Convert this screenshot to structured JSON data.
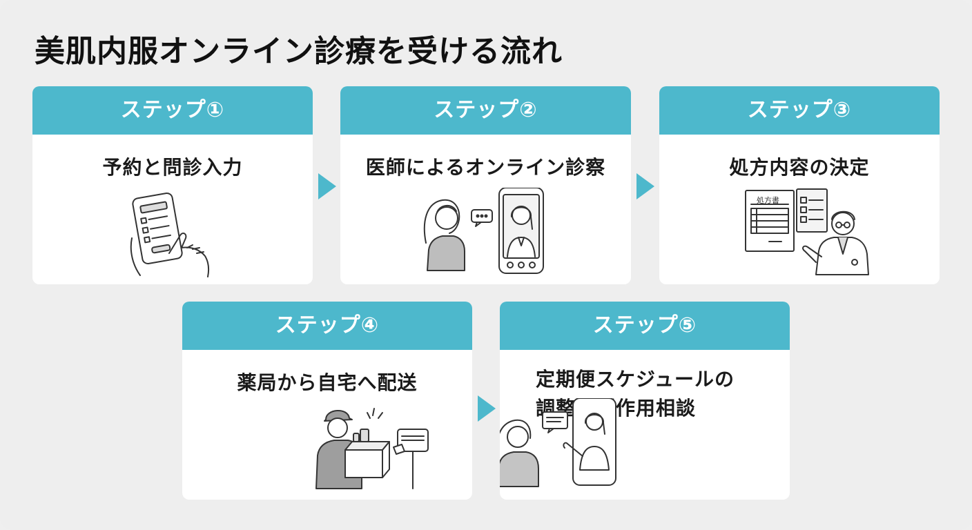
{
  "title": "美肌内服オンライン診療を受ける流れ",
  "colors": {
    "accent": "#4db8cc",
    "card": "#ffffff",
    "background": "#eeeeee"
  },
  "steps": [
    {
      "header": "ステップ①",
      "label": "予約と問診入力",
      "icon": "smartphone-questionnaire-icon"
    },
    {
      "header": "ステップ②",
      "label": "医師によるオンライン診察",
      "icon": "video-consultation-icon"
    },
    {
      "header": "ステップ③",
      "label": "処方内容の決定",
      "icon": "doctor-prescription-icon",
      "doc_title": "処方書"
    },
    {
      "header": "ステップ④",
      "label": "薬局から自宅へ配送",
      "icon": "delivery-person-icon"
    },
    {
      "header": "ステップ⑤",
      "label_line1": "定期便スケジュールの",
      "label_line2": "調整と副作用相談",
      "icon": "chat-consultation-icon"
    }
  ]
}
